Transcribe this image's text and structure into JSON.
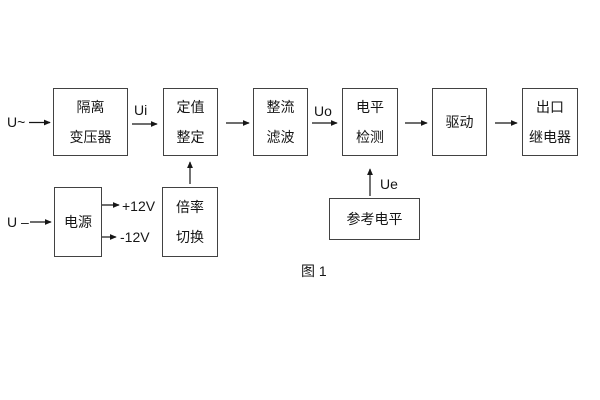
{
  "figure": {
    "caption": "图 1"
  },
  "blocks": {
    "isolation_transformer": {
      "line1": "隔离",
      "line2": "变压器"
    },
    "setting_adjust": {
      "line1": "定值",
      "line2": "整定"
    },
    "rectifier_filter": {
      "line1": "整流",
      "line2": "滤波"
    },
    "level_detect": {
      "line1": "电平",
      "line2": "检测"
    },
    "driver": {
      "line1": "驱动"
    },
    "output_relay": {
      "line1": "出口",
      "line2": "继电器"
    },
    "power_supply": {
      "line1": "电源"
    },
    "ratio_switch": {
      "line1": "倍率",
      "line2": "切换"
    },
    "reference_level": {
      "line1": "参考电平"
    }
  },
  "signals": {
    "ac_input": "U~",
    "dc_input": "U –",
    "ui": "Ui",
    "uo": "Uo",
    "ue": "Ue",
    "pos_rail": "+12V",
    "neg_rail": "-12V"
  },
  "connections": [
    {
      "from": "U~",
      "to": "隔离变压器",
      "label": ""
    },
    {
      "from": "隔离变压器",
      "to": "定值整定",
      "label": "Ui"
    },
    {
      "from": "定值整定",
      "to": "整流滤波",
      "label": ""
    },
    {
      "from": "整流滤波",
      "to": "电平检测",
      "label": "Uo"
    },
    {
      "from": "电平检测",
      "to": "驱动",
      "label": ""
    },
    {
      "from": "驱动",
      "to": "出口继电器",
      "label": ""
    },
    {
      "from": "U –",
      "to": "电源",
      "label": ""
    },
    {
      "from": "电源",
      "to": "+12V",
      "label": ""
    },
    {
      "from": "电源",
      "to": "-12V",
      "label": ""
    },
    {
      "from": "倍率切换",
      "to": "定值整定",
      "label": ""
    },
    {
      "from": "参考电平",
      "to": "电平检测",
      "label": "Ue"
    }
  ],
  "colors": {
    "background": "#ffffff",
    "box_border": "#424242",
    "line": "#161616",
    "text": "#161616"
  }
}
